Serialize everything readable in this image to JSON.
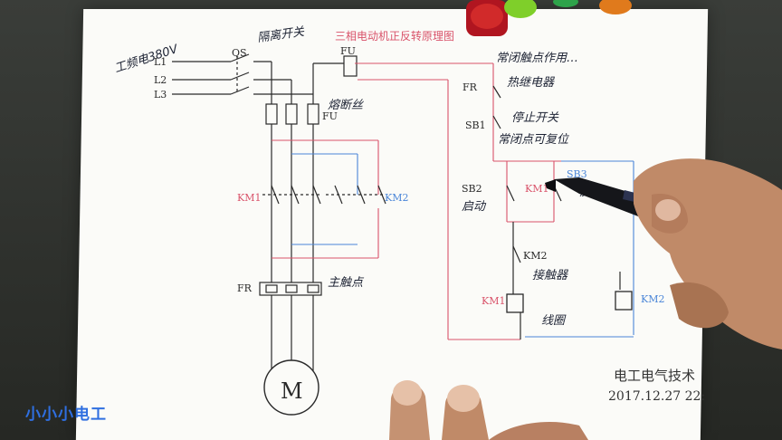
{
  "diagram": {
    "title": "三相电动机正反转原理图",
    "labels": {
      "l1": "L1",
      "l2": "L2",
      "l3": "L3",
      "qs": "QS",
      "fu_main": "FU",
      "fu_ctrl": "FU",
      "fr_ctrl": "FR",
      "sb1": "SB1",
      "sb2": "SB2",
      "sb3": "SB3",
      "km1_main": "KM1",
      "km2_main": "KM2",
      "km1_aux": "KM1",
      "km2_interlock": "KM2",
      "km1_coil": "KM1",
      "km2_coil": "KM2",
      "fr_main": "FR",
      "motor": "M"
    },
    "footer_title": "电工电气技术",
    "footer_date": "2017.12.27    22:"
  },
  "handwriting": {
    "supply": "工频电380V",
    "qs_note": "隔离开关",
    "fuse_note": "熔断丝",
    "fr_note": "热继电器",
    "ctrl_note1": "常闭触点作用…",
    "sb1_note": "停止开关",
    "sb1_note2": "常闭点可复位",
    "sb2_note": "启动",
    "sb3_note": "反转",
    "km_note": "接触器",
    "coil_note": "线圈",
    "fr_main_note": "主触点"
  },
  "overlay": {
    "channel": "小小小电工"
  },
  "colors": {
    "ink": "#2a2a2a",
    "red_wire": "#d9536a",
    "blue_wire": "#4b86d8",
    "pen_ink": "#1c2233",
    "channel": "#2f6fe0"
  }
}
